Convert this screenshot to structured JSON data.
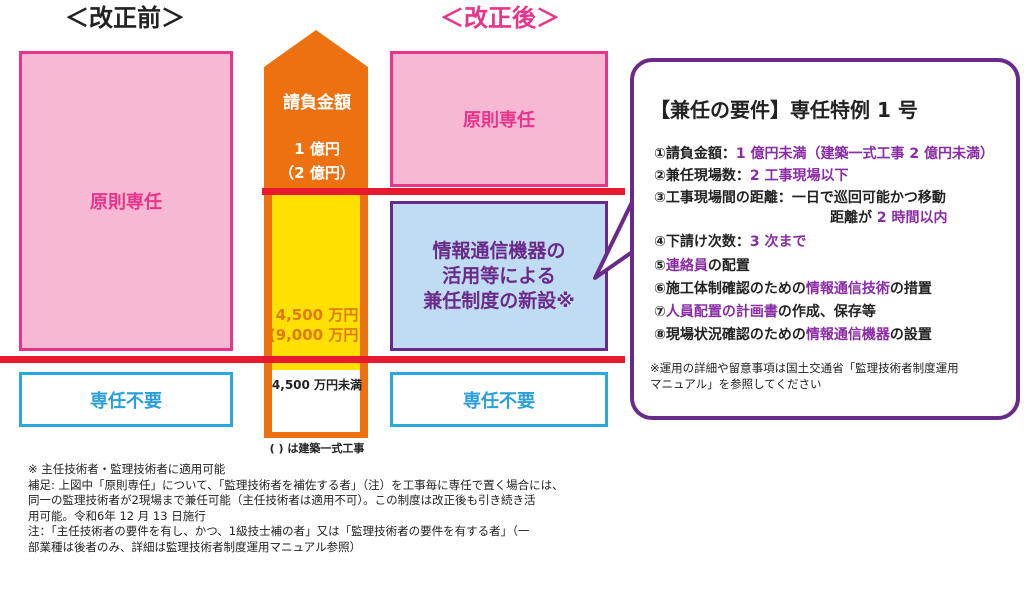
{
  "before": {
    "header": "＜改正前＞",
    "principle": "原則専任",
    "not_required": "専任不要"
  },
  "after": {
    "header": "＜改正後＞",
    "principle": "原則専任",
    "new_system": [
      "情報通信機器の",
      "活用等による",
      "兼任制度の新設※"
    ],
    "not_required": "専任不要"
  },
  "amount_column": {
    "title": "請負金額",
    "upper_threshold": "1 億円",
    "upper_threshold_building": "（2 億円）",
    "middle_threshold": "4,500 万円",
    "middle_threshold_building": "(9,000 万円)",
    "lower_label": "4,500 万円未満",
    "paren_note": "( ) は建築一式工事"
  },
  "requirements": {
    "title": "【兼任の要件】専任特例 1 号",
    "items": [
      {
        "label": "①請負金額：",
        "value": "1 億円未満（建築一式工事 2 億円未満）"
      },
      {
        "label": "②兼任現場数：",
        "value": "2 工事現場以下"
      },
      {
        "label": "③工事現場間の距離：一日で巡回可能かつ移動",
        "cont_label": "距離が ",
        "value": "2 時間以内"
      },
      {
        "label": "④下請け次数：",
        "value": "3 次まで"
      },
      {
        "value": "⑤連絡員",
        "suffix": "の配置",
        "prefix_num": "⑤"
      },
      {
        "label": "⑥施工体制確認のための",
        "value": "情報通信技術",
        "suffix": "の措置"
      },
      {
        "label": "⑦",
        "value": "人員配置の計画書",
        "suffix": "の作成、保存等"
      },
      {
        "label": "⑧現場状況確認のための",
        "value": "情報通信機器",
        "suffix": "の設置"
      }
    ],
    "note": [
      "※運用の詳細や留意事項は国土交通省「監理技術者制度運用",
      "マニュアル」を参照してください"
    ]
  },
  "footnotes": [
    "※ 主任技術者・監理技術者に適用可能",
    "補足: 上図中「原則専任」について、「監理技術者を補佐する者」（注）を工事毎に専任で置く場合には、",
    "同一の監理技術者が2現場まで兼任可能（主任技術者は適用不可）。この制度は改正後も引き続き活",
    "用可能。令和6年 12 月 13 日施行",
    "注：「主任技術者の要件を有し、かつ、1級技士補の者」又は「監理技術者の要件を有する者」（一",
    "部業種は後者のみ、詳細は監理技術者制度運用マニュアル参照）"
  ],
  "colors": {
    "pink_fill": "#f7b8d4",
    "pink_border": "#e8348a",
    "blue_border": "#29a8e0",
    "purple": "#6a2a8a",
    "orange": "#ed7110",
    "yellow": "#ffe000",
    "red_line": "#e8192c",
    "light_blue": "#c0dcf2"
  }
}
